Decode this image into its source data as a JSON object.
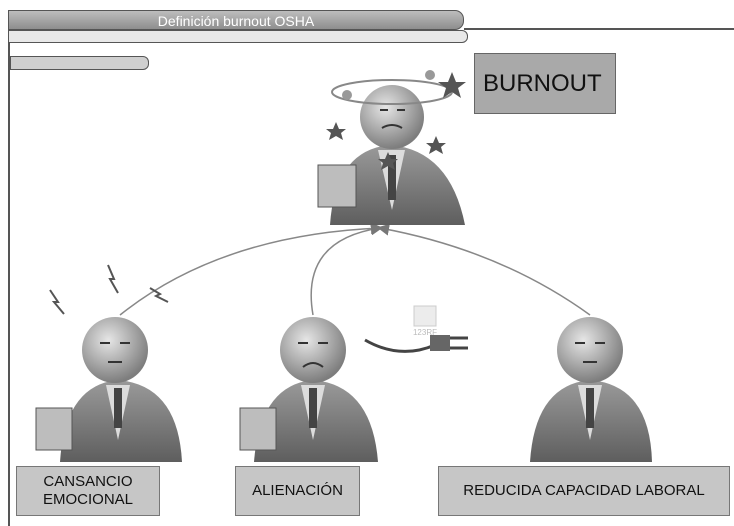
{
  "header": {
    "title": "Definición burnout OSHA"
  },
  "nodes": {
    "burnout": "BURNOUT",
    "cansancio": "CANSANCIO EMOCIONAL",
    "alienacion": "ALIENACIÓN",
    "reducida": "REDUCIDA CAPACIDAD LABORAL"
  },
  "watermark": "123RF",
  "colors": {
    "box": "#c6c6c6",
    "burnout_box": "#a9a9a9",
    "figure": "#8a8a8a"
  }
}
